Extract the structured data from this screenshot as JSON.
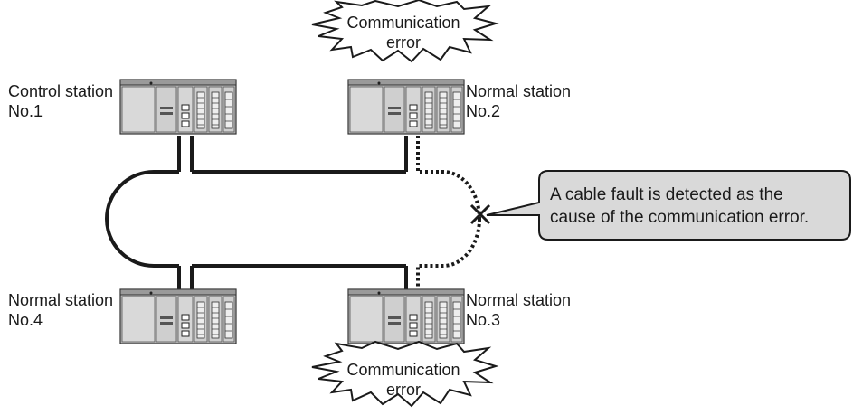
{
  "stations": [
    {
      "line1": "Control station",
      "line2": "No.1"
    },
    {
      "line1": "Normal station",
      "line2": "No.2"
    },
    {
      "line1": "Normal station",
      "line2": "No.3"
    },
    {
      "line1": "Normal station",
      "line2": "No.4"
    }
  ],
  "errors": {
    "top": {
      "line1": "Communication",
      "line2": "error"
    },
    "bottom": {
      "line1": "Communication",
      "line2": "error"
    }
  },
  "callout": {
    "line1": "A cable fault is detected as the",
    "line2": "cause of the communication error."
  }
}
